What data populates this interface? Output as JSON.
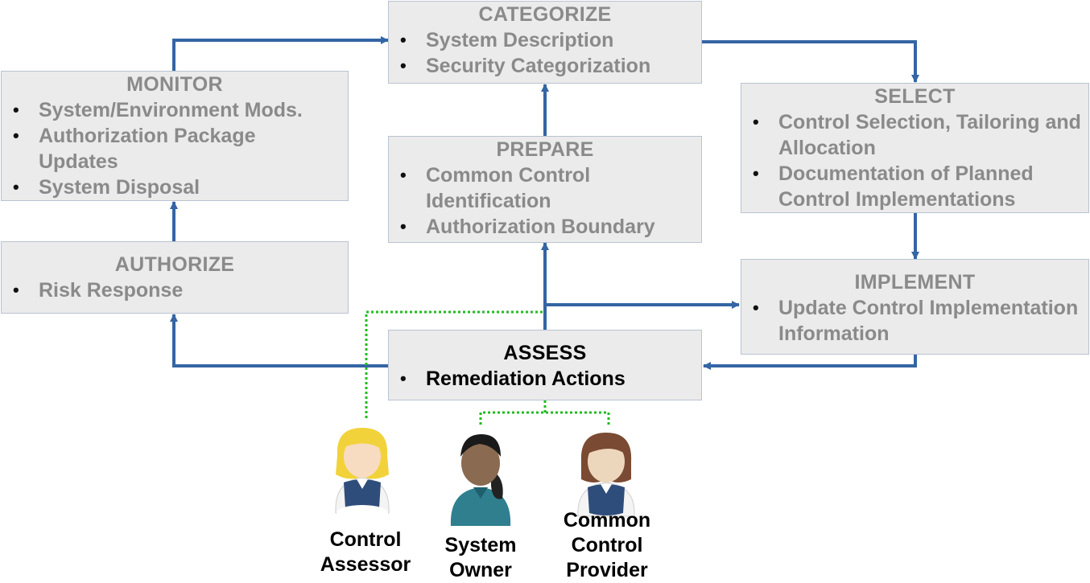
{
  "steps": {
    "categorize": {
      "title": "CATEGORIZE",
      "items": [
        "System Description",
        "Security Categorization"
      ]
    },
    "monitor": {
      "title": "MONITOR",
      "items": [
        "System/Environment Mods.",
        "Authorization Package Updates",
        "System Disposal"
      ]
    },
    "select": {
      "title": "SELECT",
      "items": [
        "Control Selection, Tailoring and Allocation",
        "Documentation of Planned Control Implementations"
      ]
    },
    "prepare": {
      "title": "PREPARE",
      "items": [
        "Common Control Identification",
        "Authorization Boundary"
      ]
    },
    "authorize": {
      "title": "AUTHORIZE",
      "items": [
        "Risk Response"
      ]
    },
    "implement": {
      "title": "IMPLEMENT",
      "items": [
        "Update Control Implementation Information"
      ]
    },
    "assess": {
      "title": "ASSESS",
      "items": [
        "Remediation Actions"
      ]
    }
  },
  "roles": {
    "assessor": "Control\nAssessor",
    "owner": "System\nOwner",
    "provider": "Common\nControl\nProvider"
  },
  "colors": {
    "flow_arrow": "#3465a4",
    "role_link": "#22bb22",
    "box_fill": "#ebebeb",
    "inactive_text": "#8a8a8a",
    "active_text": "#000000"
  }
}
